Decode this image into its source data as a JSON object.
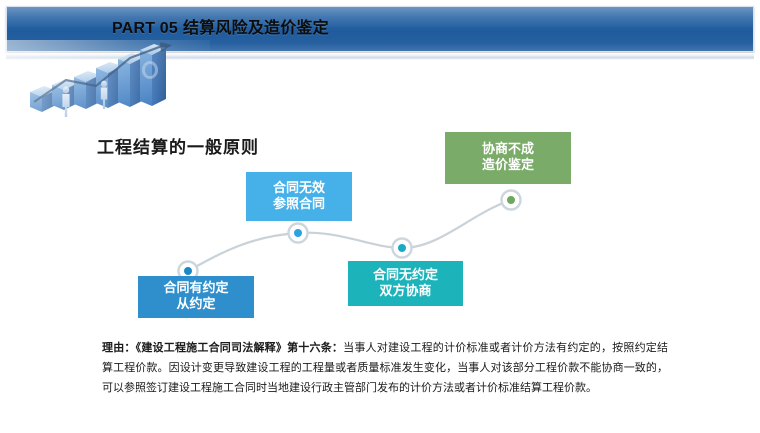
{
  "header": {
    "part_label": "PART 05",
    "title_cn": "结算风险及造价鉴定",
    "bar_color": "#1f5c9e"
  },
  "section": {
    "title": "工程结算的一般原则"
  },
  "flow": {
    "steps": [
      {
        "id": "step-1",
        "line1": "合同有约定",
        "line2": "从约定",
        "color": "#2f8fcc",
        "marker_color": "#1e88c7"
      },
      {
        "id": "step-2",
        "line1": "合同无效",
        "line2": "参照合同",
        "color": "#45b1e8",
        "marker_color": "#2aa3e0"
      },
      {
        "id": "step-3",
        "line1": "合同无约定",
        "line2": "双方协商",
        "color": "#1cb3bb",
        "marker_color": "#17abc4"
      },
      {
        "id": "step-4",
        "line1": "协商不成",
        "line2": "造价鉴定",
        "color": "#7aab68",
        "marker_color": "#6da85c"
      }
    ],
    "connector_color": "#c9d2d8"
  },
  "note": {
    "lead": "理由：《建设工程施工合同司法解释》第十六条：",
    "body": "当事人对建设工程的计价标准或者计价方法有约定的，按照约定结算工程价款。因设计变更导致建设工程的工程量或者质量标准发生变化，当事人对该部分工程价款不能协商一致的，可以参照签订建设工程施工合同时当地建设行政主管部门发布的计价方法或者计价标准结算工程价款。"
  }
}
